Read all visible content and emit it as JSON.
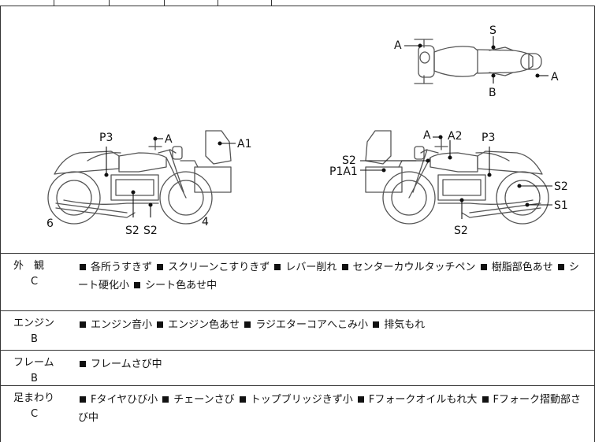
{
  "diagram": {
    "labels": {
      "top_s": "S",
      "top_a_left": "A",
      "top_a_right": "A",
      "top_b": "B",
      "left_p3": "P3",
      "left_a": "A",
      "left_a1": "A1",
      "left_six": "6",
      "left_four": "4",
      "left_s2_a": "S2",
      "left_s2_b": "S2",
      "right_a": "A",
      "right_a2": "A2",
      "right_p3": "P3",
      "right_s2_top": "S2",
      "right_p1a1": "P1A1",
      "right_s2_side": "S2",
      "right_s1": "S1",
      "right_s2_bottom": "S2"
    }
  },
  "sections": [
    {
      "name": "外　観",
      "grade": "C",
      "items": [
        "各所うすきず",
        "スクリーンこすりきず",
        "レバー削れ",
        "センターカウルタッチペン",
        "樹脂部色あせ",
        "シート硬化小",
        "シート色あせ中"
      ]
    },
    {
      "name": "エンジン",
      "grade": "B",
      "items": [
        "エンジン音小",
        "エンジン色あせ",
        "ラジエターコアへこみ小",
        "排気もれ"
      ]
    },
    {
      "name": "フレーム",
      "grade": "B",
      "items": [
        "フレームさび中"
      ]
    },
    {
      "name": "足まわり",
      "grade": "C",
      "items": [
        "Fタイヤひび小",
        "チェーンさび",
        "トップブリッジきず小",
        "Fフォークオイルもれ大",
        "Fフォーク摺動部さび中"
      ]
    }
  ]
}
